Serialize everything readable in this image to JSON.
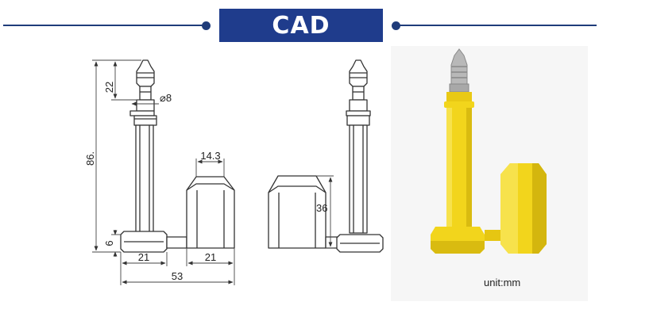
{
  "header": {
    "title": "CAD"
  },
  "colors": {
    "navy": "#1f3c8c",
    "seal_yellow": "#f2d51c",
    "seal_shadow": "#c9ad0c",
    "line": "#333333"
  },
  "dimensions": {
    "height_total": "86.",
    "tip_height": "22",
    "pin_diameter": "⌀8",
    "base_height": "6",
    "base_width": "21",
    "lock_width": "21",
    "lock_top_width": "14.3",
    "overall_width": "53",
    "lock_height": "36"
  },
  "unit_note": "unit:mm"
}
